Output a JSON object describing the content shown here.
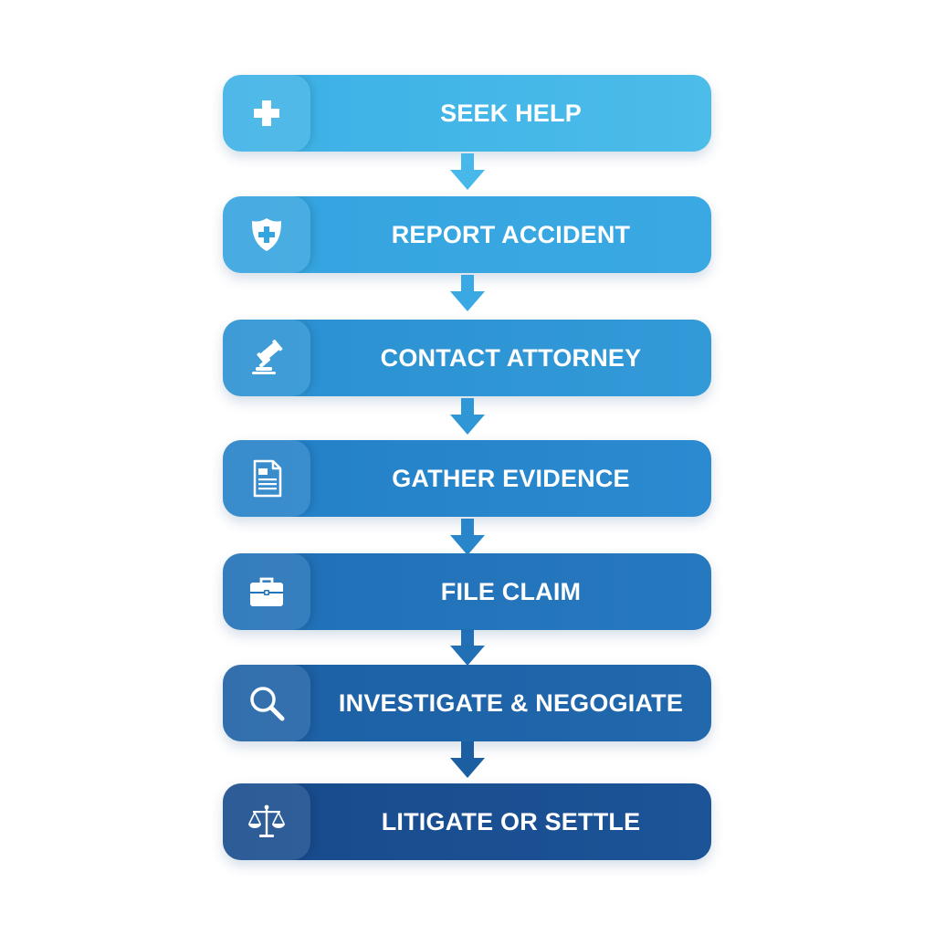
{
  "steps": [
    {
      "label": "SEEK HELP",
      "icon": "medical-cross-icon",
      "color_start": "#3bb0e6",
      "color_end": "#4cbce9"
    },
    {
      "label": "REPORT ACCIDENT",
      "icon": "police-badge-icon",
      "color_start": "#34a3df",
      "color_end": "#3aa9e3"
    },
    {
      "label": "CONTACT ATTORNEY",
      "icon": "gavel-icon",
      "color_start": "#2a90d2",
      "color_end": "#339ad8"
    },
    {
      "label": "GATHER EVIDENCE",
      "icon": "document-icon",
      "color_start": "#2380c7",
      "color_end": "#2b8ad0"
    },
    {
      "label": "FILE CLAIM",
      "icon": "briefcase-icon",
      "color_start": "#1f6fb6",
      "color_end": "#2779bf"
    },
    {
      "label": "INVESTIGATE & NEGOGIATE",
      "icon": "magnifying-glass-icon",
      "color_start": "#1c5fa4",
      "color_end": "#2168ad"
    },
    {
      "label": "LITIGATE OR SETTLE",
      "icon": "scales-of-justice-icon",
      "color_start": "#174a8c",
      "color_end": "#1c5497"
    }
  ],
  "arrows": [
    {
      "color": "#48b8ea"
    },
    {
      "color": "#3aa8e2"
    },
    {
      "color": "#2f97d6"
    },
    {
      "color": "#2a86ca"
    },
    {
      "color": "#2170b6"
    },
    {
      "color": "#1b5ea2"
    }
  ]
}
